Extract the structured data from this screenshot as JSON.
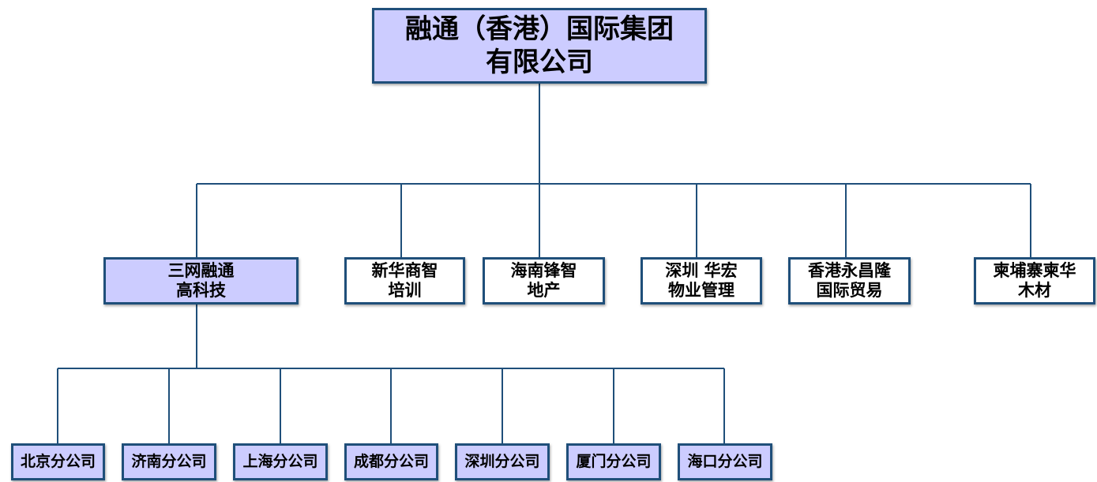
{
  "colors": {
    "highlight_fill": "#ccccff",
    "plain_fill": "#ffffff",
    "border": "#1f4f7a",
    "connector": "#1f4f7a"
  },
  "root": {
    "line1": "融通（香港）国际集团",
    "line2": "有限公司"
  },
  "subsidiaries": [
    {
      "line1": "三网融通",
      "line2": "高科技",
      "highlighted": true
    },
    {
      "line1": "新华商智",
      "line2": "培训",
      "highlighted": false
    },
    {
      "line1": "海南锋智",
      "line2": "地产",
      "highlighted": false
    },
    {
      "line1": "深圳 华宏",
      "line2": "物业管理",
      "highlighted": false
    },
    {
      "line1": "香港永昌隆",
      "line2": "国际贸易",
      "highlighted": false
    },
    {
      "line1": "柬埔寨柬华",
      "line2": "木材",
      "highlighted": false
    }
  ],
  "branches": [
    {
      "label": "北京分公司"
    },
    {
      "label": "济南分公司"
    },
    {
      "label": "上海分公司"
    },
    {
      "label": "成都分公司"
    },
    {
      "label": "深圳分公司"
    },
    {
      "label": "厦门分公司"
    },
    {
      "label": "海口分公司"
    }
  ]
}
